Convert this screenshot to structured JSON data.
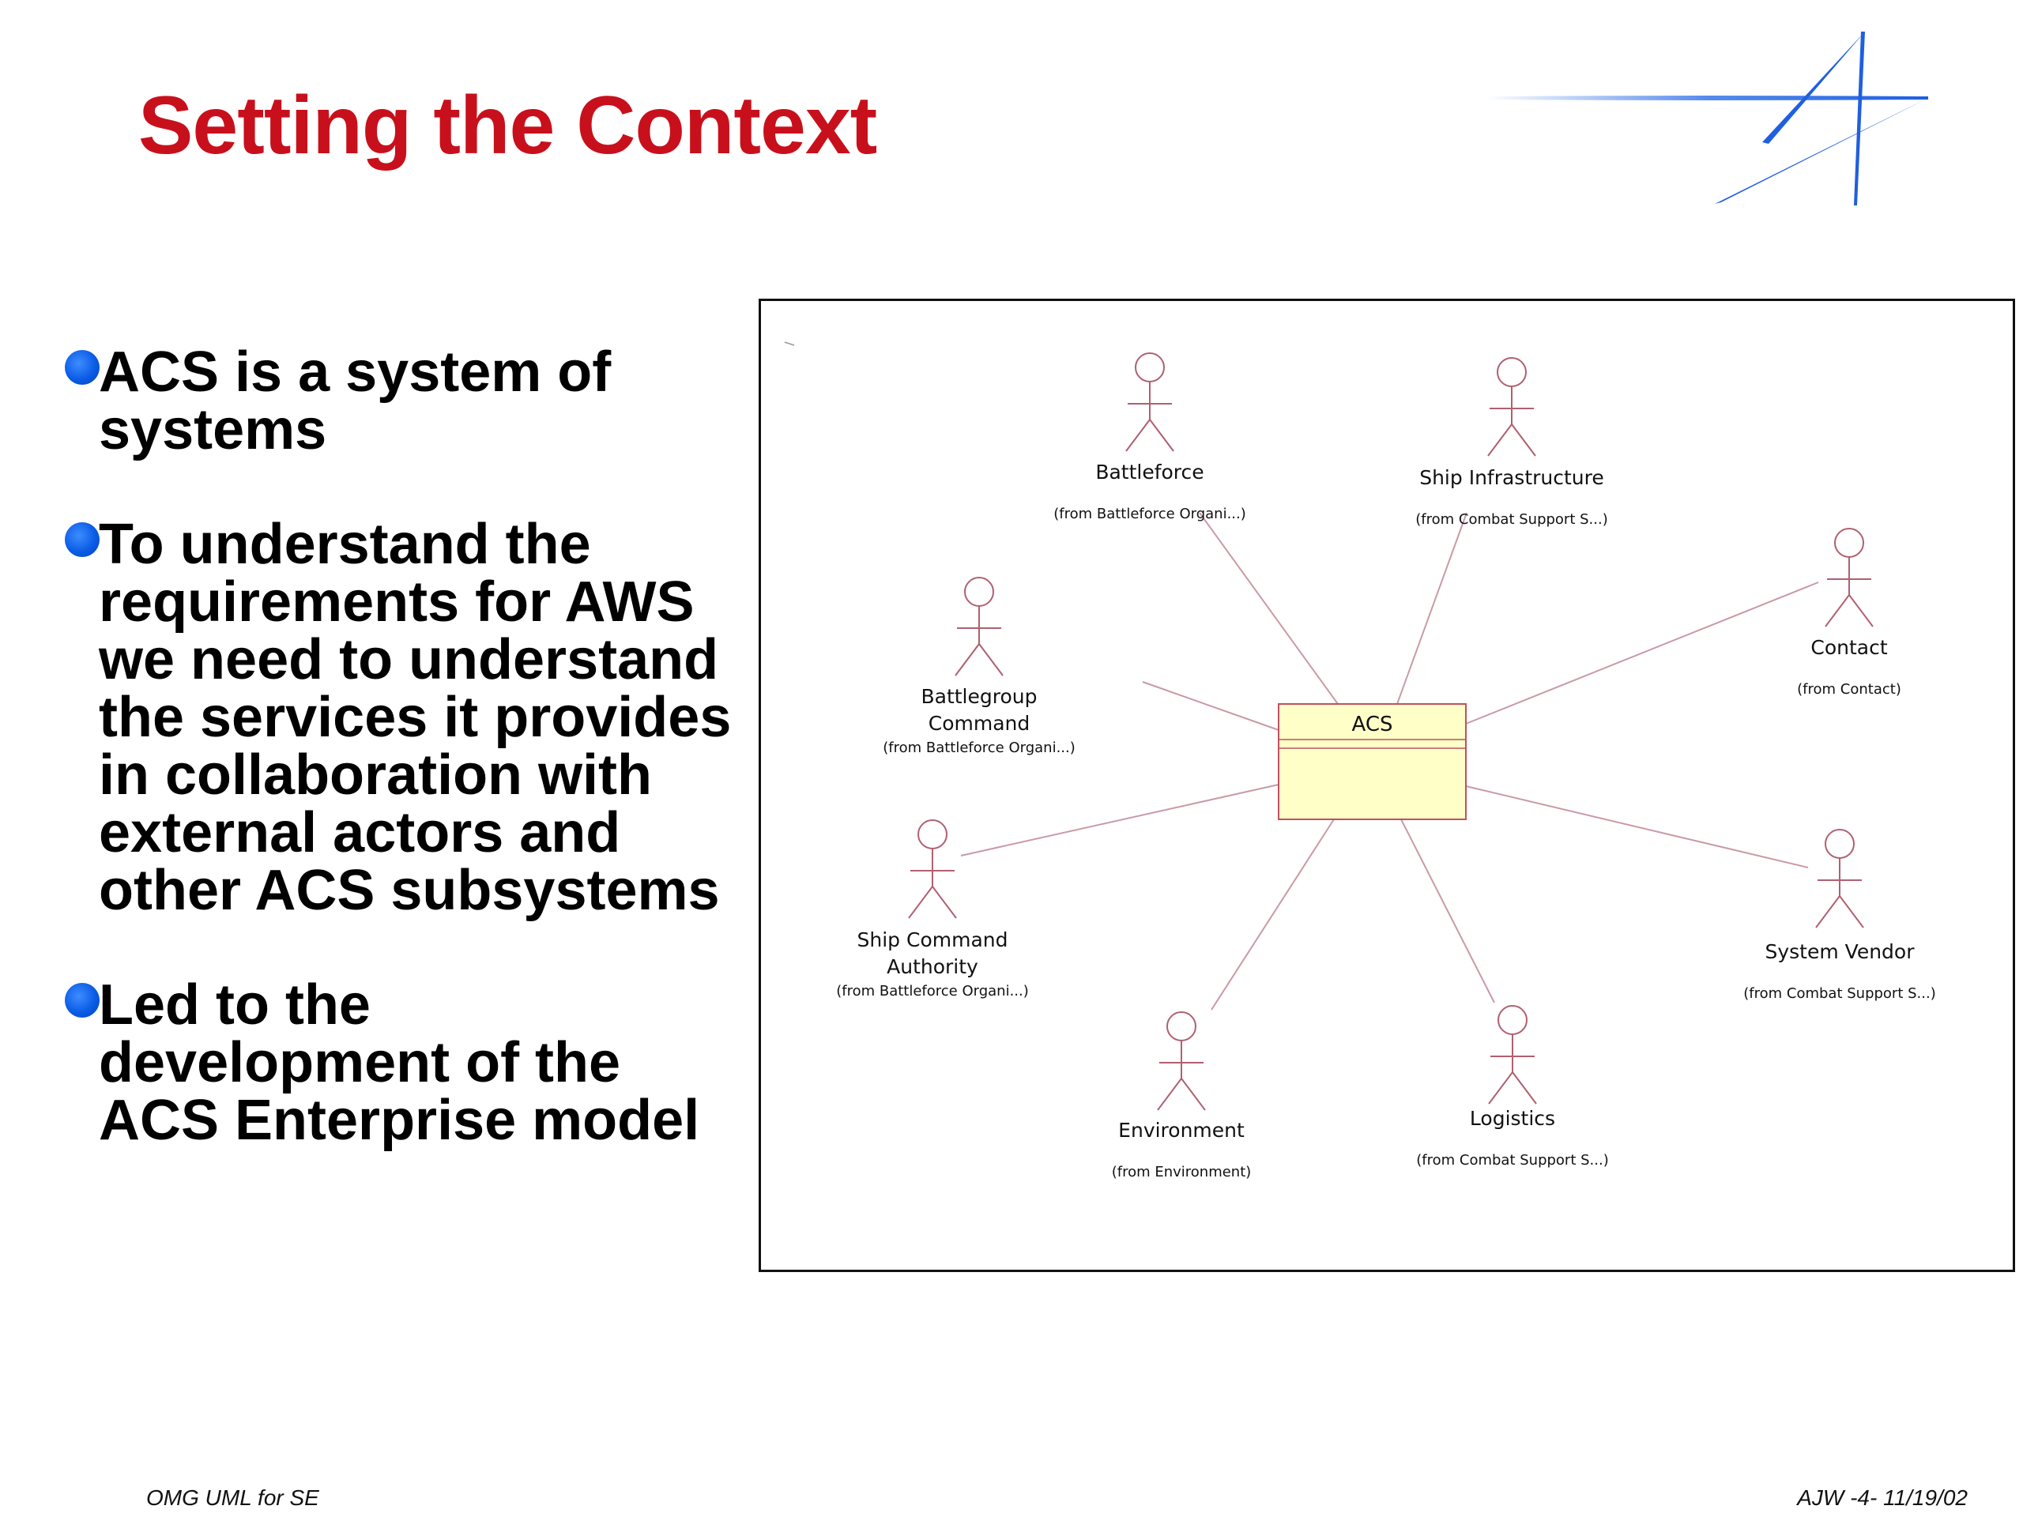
{
  "slide": {
    "title": "Setting the Context"
  },
  "bullets": [
    {
      "text": "ACS is a system of\nsystems"
    },
    {
      "text": "To understand  the\nrequirements for AWS\nwe need to understand\nthe services it provides\nin collaboration with\nexternal actors and\nother ACS subsystems"
    },
    {
      "text": "Led to the\ndevelopment of the\nACS Enterprise model"
    }
  ],
  "diagram": {
    "system": {
      "name": "ACS"
    },
    "actors": [
      {
        "id": "battleforce",
        "name_lines": [
          "Battleforce"
        ],
        "from": "(from Battleforce Organi...)"
      },
      {
        "id": "ship-infrastructure",
        "name_lines": [
          "Ship Infrastructure"
        ],
        "from": "(from Combat Support S...)"
      },
      {
        "id": "battlegroup-command",
        "name_lines": [
          "Battlegroup",
          "Command"
        ],
        "from": "(from Battleforce Organi...)"
      },
      {
        "id": "contact",
        "name_lines": [
          "Contact"
        ],
        "from": "(from Contact)"
      },
      {
        "id": "ship-command-authority",
        "name_lines": [
          "Ship Command",
          "Authority"
        ],
        "from": "(from Battleforce Organi...)"
      },
      {
        "id": "system-vendor",
        "name_lines": [
          "System Vendor"
        ],
        "from": "(from Combat Support S...)"
      },
      {
        "id": "environment",
        "name_lines": [
          "Environment"
        ],
        "from": "(from Environment)"
      },
      {
        "id": "logistics",
        "name_lines": [
          "Logistics"
        ],
        "from": "(from Combat Support S...)"
      }
    ],
    "colors": {
      "actor": "#b06070",
      "association": "#c99aa4",
      "class_fill": "#ffffc8",
      "class_border": "#c05060"
    }
  },
  "footer": {
    "left": "OMG UML for SE",
    "right": "AJW -4- 11/19/02"
  }
}
